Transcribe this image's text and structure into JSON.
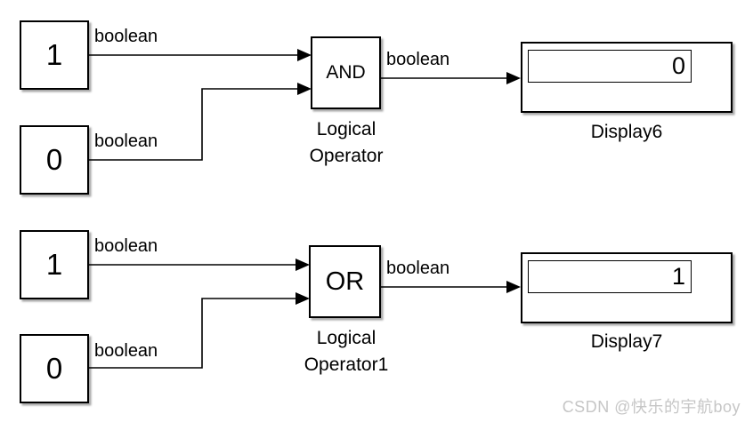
{
  "model": {
    "circuits": [
      {
        "constants": [
          {
            "value": "1"
          },
          {
            "value": "0"
          }
        ],
        "gate": {
          "operator": "AND",
          "caption_line1": "Logical",
          "caption_line2": "Operator"
        },
        "display": {
          "value": "0",
          "caption": "Display6"
        },
        "wire_labels": [
          "boolean",
          "boolean",
          "boolean"
        ]
      },
      {
        "constants": [
          {
            "value": "1"
          },
          {
            "value": "0"
          }
        ],
        "gate": {
          "operator": "OR",
          "caption_line1": "Logical",
          "caption_line2": "Operator1"
        },
        "display": {
          "value": "1",
          "caption": "Display7"
        },
        "wire_labels": [
          "boolean",
          "boolean",
          "boolean"
        ]
      }
    ]
  },
  "watermark": {
    "text": "CSDN @快乐的宇航boy",
    "color": "#c6c6c6"
  },
  "colors": {
    "background": "#ffffff",
    "block_border": "#000000",
    "wire": "#000000"
  }
}
